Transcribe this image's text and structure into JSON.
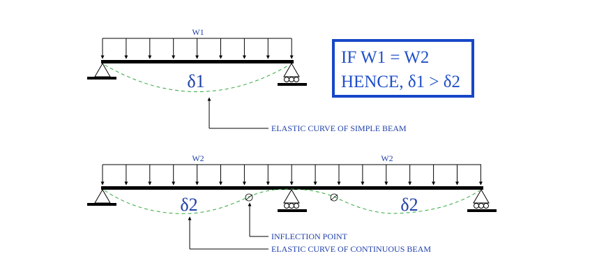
{
  "colors": {
    "beam": "#000000",
    "load": "#000000",
    "curve": "#2fa83a",
    "text": "#1f3fa8",
    "box_border": "#1747c8",
    "box_text": "#1f4fc8"
  },
  "simple_beam": {
    "load_label": "W1",
    "deflection_label": "δ1",
    "curve_caption": "ELASTIC CURVE OF SIMPLE BEAM"
  },
  "continuous_beam": {
    "load_label_left": "W2",
    "load_label_right": "W2",
    "deflection_label_left": "δ2",
    "deflection_label_right": "δ2",
    "inflection_caption": "INFLECTION POINT",
    "curve_caption": "ELASTIC CURVE OF CONTINUOUS BEAM"
  },
  "conclusion_box": {
    "line1": "IF W1 = W2",
    "line2": "HENCE, δ1 > δ2"
  }
}
